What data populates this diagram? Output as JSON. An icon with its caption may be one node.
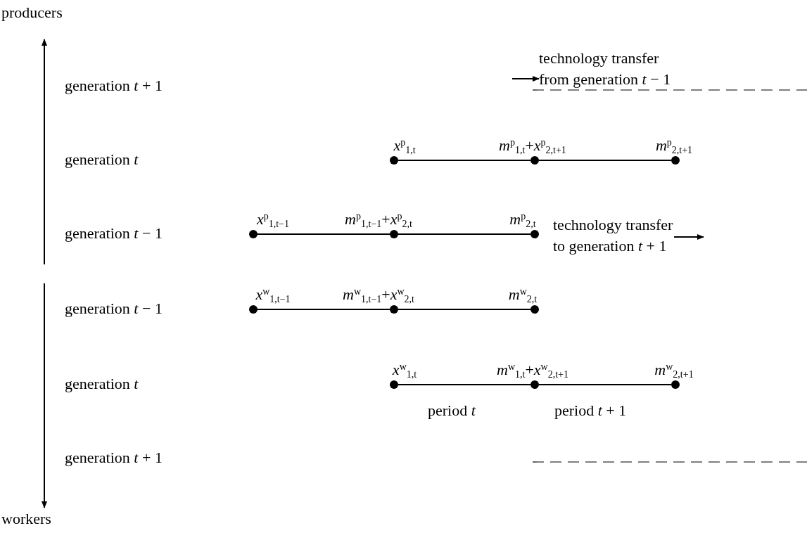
{
  "diagram": {
    "nodes": [
      {
        "text": [
          "technology transfer from generation *t* − 1"
        ]
      },
      {
        "text": [],
        "shape": "circle",
        "beside": [
          "*x*$^{p}$$_{1,t}$"
        ]
      },
      {
        "text": [],
        "shape": "circle",
        "beside": [
          "*m*$^{p}$$_{1,t}$+*x*$^{p}$$_{2,t+1}$"
        ]
      },
      {
        "text": [],
        "shape": "circle",
        "beside": [
          "*m*$^{p}$$_{2,t+1}$"
        ]
      },
      {
        "text": [],
        "shape": "circle",
        "beside": [
          "*x*$^{p}$$_{1,t−1}$"
        ]
      },
      {
        "text": [],
        "shape": "circle",
        "beside": [
          "*m*$^{p}$$_{1,t−1}$+*x*$^{p}$$_{2,t}$"
        ]
      },
      {
        "text": [],
        "shape": "circle",
        "beside": [
          "*m*$^{p}$$_{2,t}$"
        ]
      },
      {
        "text": [
          "technology transfer to generation *t* + 1"
        ]
      },
      {
        "text": [],
        "shape": "circle",
        "beside": [
          "*x*$^{w}$$_{1,t−1}$"
        ]
      },
      {
        "text": [],
        "shape": "circle",
        "beside": [
          "*m*$^{w}$$_{1,t−1}$+*x*$^{w}$$_{2,t}$"
        ]
      },
      {
        "text": [],
        "shape": "circle",
        "beside": [
          "*m*$^{w}$$_{2,t}$"
        ]
      },
      {
        "text": [],
        "shape": "circle",
        "beside": [
          "*x*$^{w}$$_{1,t}$"
        ]
      },
      {
        "text": [],
        "shape": "circle",
        "beside": [
          "*m*$^{w}$$_{1,t}$+*x*$^{w}$$_{2,t+1}$"
        ]
      },
      {
        "text": [],
        "shape": "circle",
        "beside": [
          "*m*$^{w}$$_{2,t+1}$"
        ]
      }
    ],
    "edges": [
      {
        "from": null,
        "to": 0,
        "arrow": "to"
      },
      {
        "from": 1,
        "to": 2,
        "arrow": "none"
      },
      {
        "from": 2,
        "to": 3,
        "arrow": "none"
      },
      {
        "from": 4,
        "to": 5,
        "arrow": "none"
      },
      {
        "from": 5,
        "to": 6,
        "arrow": "none"
      },
      {
        "from": 7,
        "to": null,
        "arrow": "to"
      },
      {
        "from": 8,
        "to": 9,
        "arrow": "none"
      },
      {
        "from": 9,
        "to": 10,
        "arrow": "none"
      },
      {
        "from": 11,
        "to": 12,
        "arrow": "none"
      },
      {
        "from": 12,
        "to": 13,
        "arrow": "none"
      }
    ],
    "labels": [
      "producers",
      "generation *t* + 1",
      "generation *t*",
      "generation *t* − 1",
      "generation *t* − 1",
      "generation *t*",
      "period *t*",
      "period *t* + 1",
      "generation *t* + 1",
      "workers"
    ]
  }
}
